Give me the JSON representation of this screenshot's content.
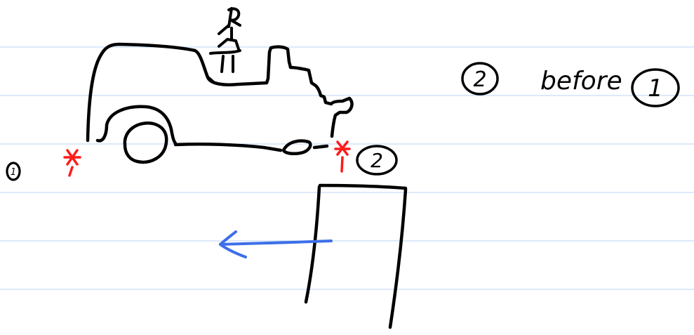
{
  "note": {
    "headline": {
      "first": "2",
      "word": "before",
      "second": "1"
    },
    "points": {
      "point_1_label": "1",
      "point_2_label": "2"
    },
    "colors": {
      "ink": "#000000",
      "marker": "#ff1a1a",
      "arrow": "#3d6fe8",
      "rule": "#b9d3f5"
    },
    "icons": {
      "vehicle": "pickup-truck-sketch",
      "person": "stick-figure-sketch",
      "obstacle": "doorway-sketch",
      "direction": "left-arrow"
    }
  }
}
